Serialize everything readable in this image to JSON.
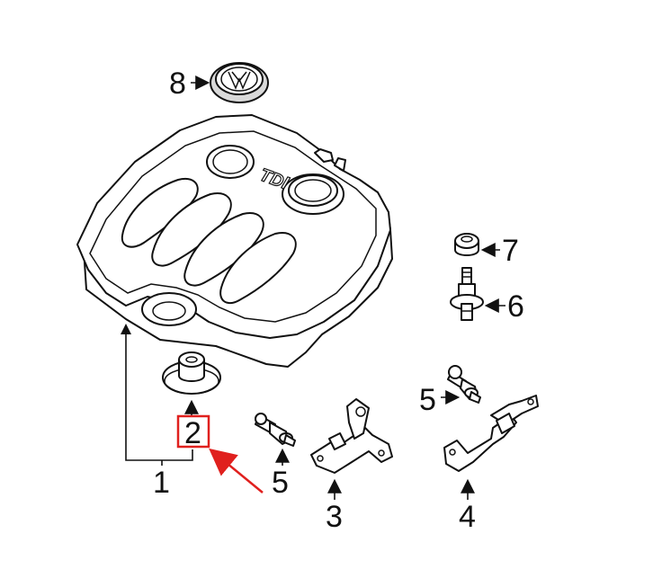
{
  "diagram": {
    "callouts": {
      "c1": "1",
      "c2": "2",
      "c3": "3",
      "c4": "4",
      "c5a": "5",
      "c5b": "5",
      "c6": "6",
      "c7": "7",
      "c8": "8"
    },
    "cover_badge_text": "TDI",
    "highlight_color": "#e0201e",
    "line_color": "#111111"
  }
}
